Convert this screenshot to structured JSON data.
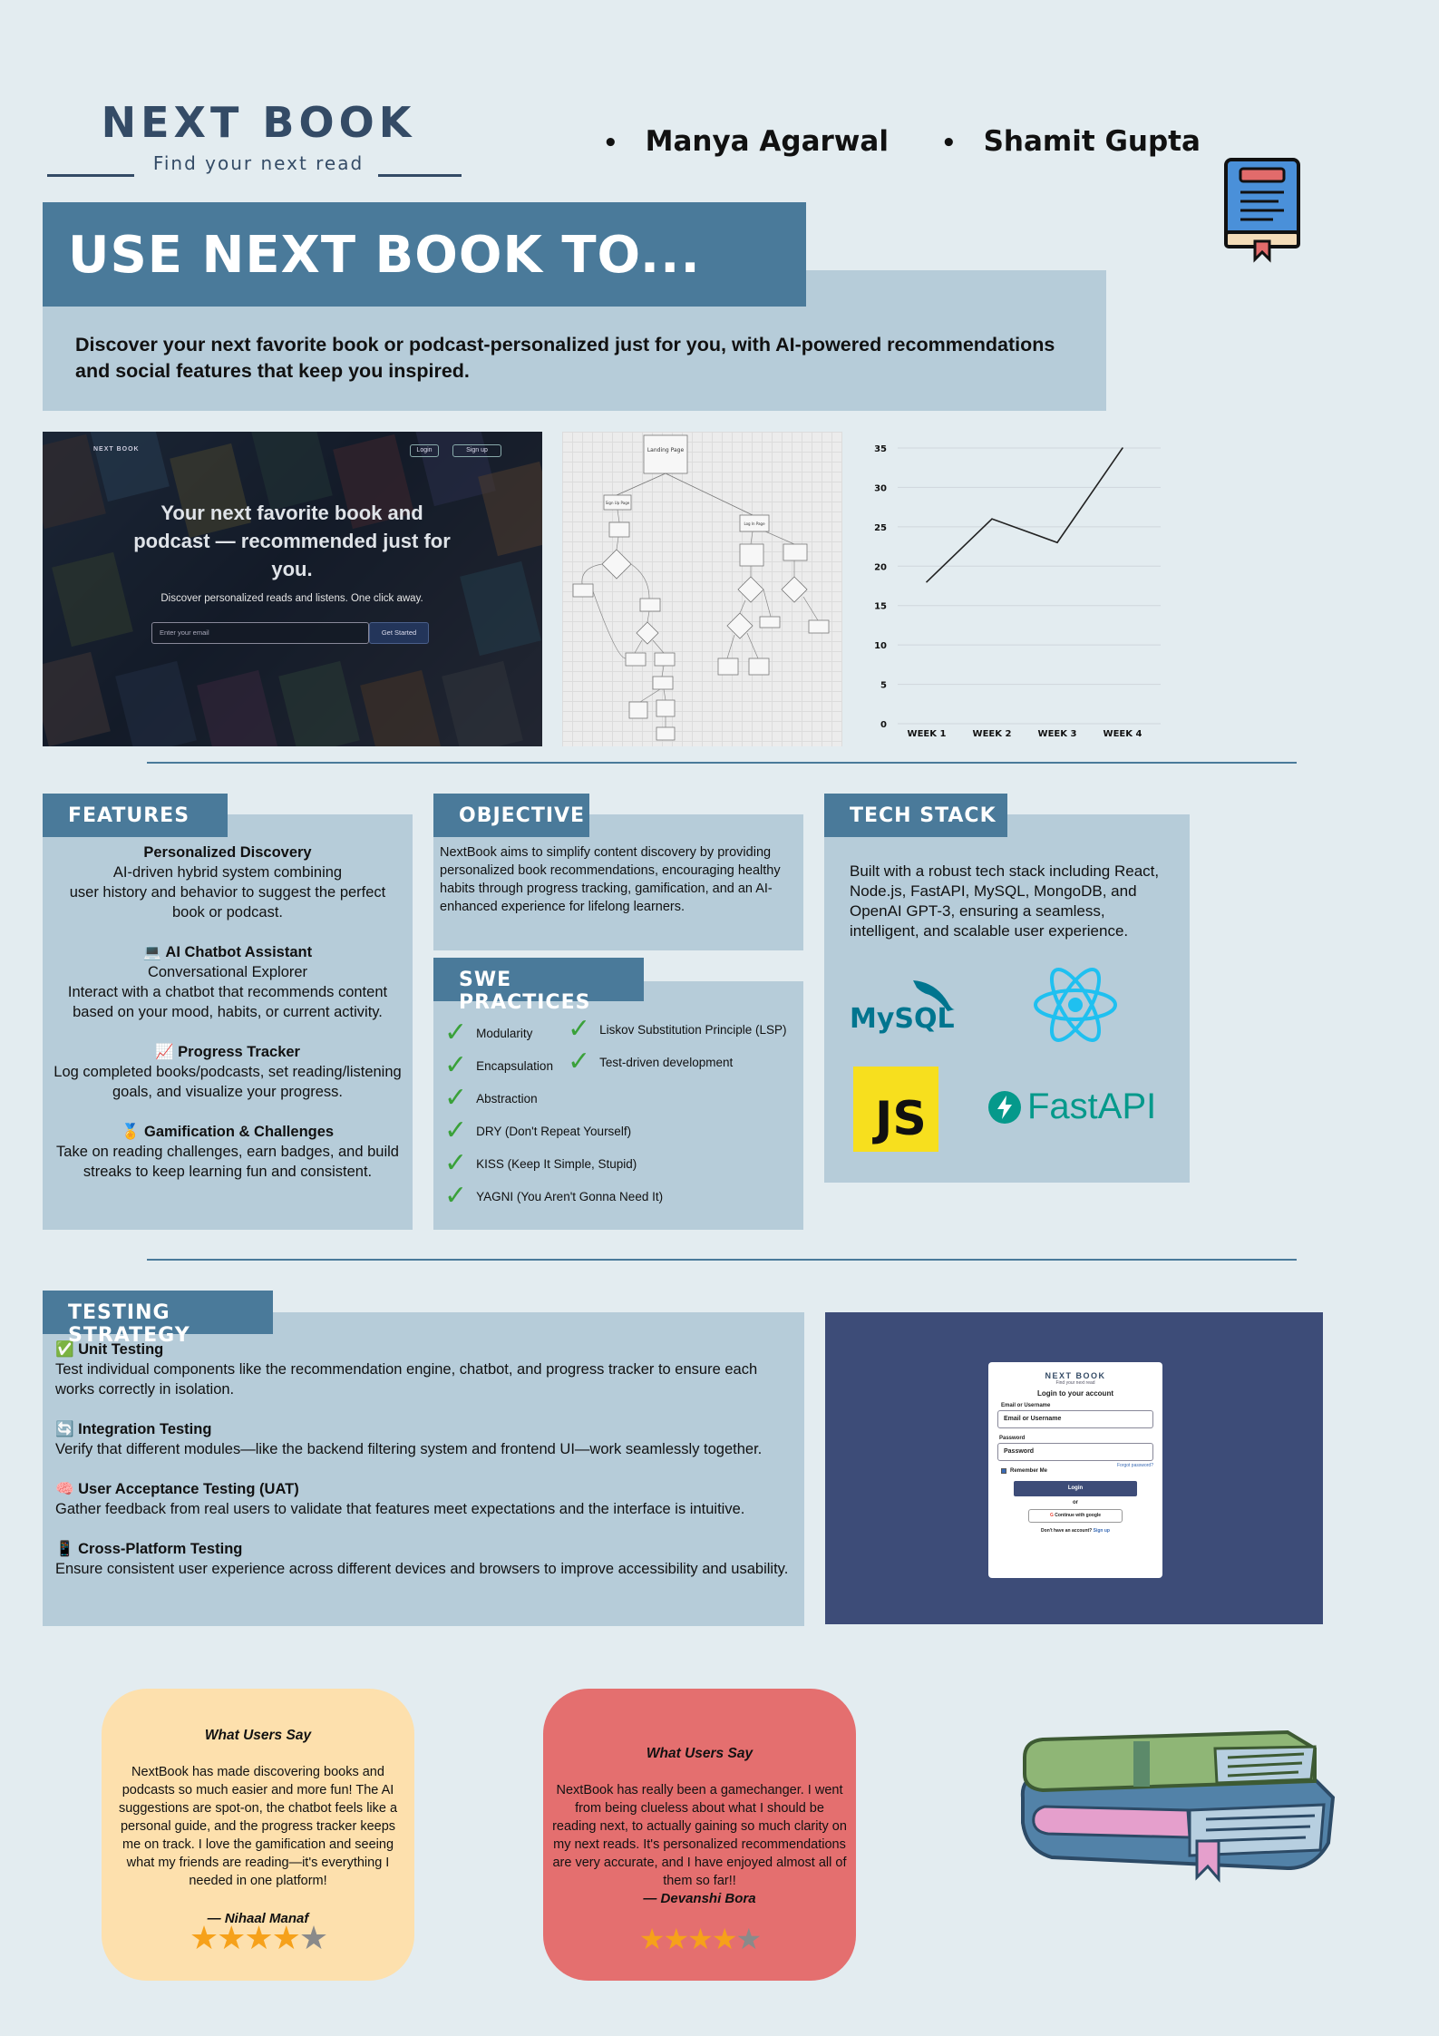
{
  "header": {
    "logo_title": "NEXT BOOK",
    "logo_tagline": "Find your next read",
    "authors": [
      "Manya Agarwal",
      "Shamit Gupta"
    ],
    "corner_icon": "book-icon"
  },
  "hero": {
    "heading": "USE NEXT BOOK TO...",
    "description": "Discover your next favorite book or podcast-personalized just for you, with AI-powered recommendations and social features that keep you inspired."
  },
  "screenshot": {
    "nav_logo": "NEXT BOOK",
    "login": "Login",
    "signup": "Sign up",
    "headline": "Your next favorite book and podcast — recommended just for you.",
    "subline": "Discover personalized reads and listens. One click away.",
    "email_placeholder": "Enter your email",
    "cta": "Get Started"
  },
  "flowchart": {
    "root": "Landing Page",
    "left": "Sign Up Page",
    "right": "Log In Page"
  },
  "chart_data": {
    "type": "line",
    "categories": [
      "WEEK 1",
      "WEEK 2",
      "WEEK 3",
      "WEEK 4"
    ],
    "values": [
      18,
      26,
      23,
      35
    ],
    "yticks": [
      0,
      5,
      10,
      15,
      20,
      25,
      30,
      35
    ],
    "ylim": [
      0,
      35
    ],
    "grid": true,
    "color": "#222222"
  },
  "features": {
    "tab": "FEATURES",
    "items": [
      {
        "title": "Personalized Discovery",
        "subtitle": "AI-driven hybrid system combining",
        "text": "user history and behavior to suggest the perfect book or podcast."
      },
      {
        "title": "💻 AI Chatbot Assistant",
        "subtitle": "Conversational Explorer",
        "text": "Interact with a chatbot that recommends content based on your mood, habits, or current activity."
      },
      {
        "title": "📈 Progress Tracker",
        "text": "Log completed books/podcasts, set reading/listening goals, and visualize your progress."
      },
      {
        "title": "🏅 Gamification & Challenges",
        "text": "Take on reading challenges, earn badges, and build streaks to keep learning fun and consistent."
      }
    ]
  },
  "objective": {
    "tab": "OBJECTIVE",
    "text": "NextBook aims to simplify content discovery by providing personalized book recommendations, encouraging healthy habits through progress tracking, gamification, and an AI-enhanced experience for lifelong learners."
  },
  "swe": {
    "tab": "SWE PRACTICES",
    "left": [
      "Modularity",
      "Encapsulation",
      "Abstraction",
      "DRY (Don't Repeat Yourself)",
      "KISS (Keep It Simple, Stupid)",
      "YAGNI (You Aren't Gonna Need It)"
    ],
    "right": [
      "Liskov Substitution Principle (LSP)",
      "Test-driven development"
    ]
  },
  "tech": {
    "tab": "TECH STACK",
    "text": "Built with a robust tech stack including React, Node.js, FastAPI, MySQL, MongoDB, and OpenAI GPT-3, ensuring a seamless, intelligent, and scalable user experience.",
    "logos": {
      "mysql": "MySQL",
      "js": "JS",
      "fastapi": "FastAPI"
    }
  },
  "testing": {
    "tab": "TESTING STRATEGY",
    "items": [
      {
        "title": "✅ Unit Testing",
        "text": " Test individual components like the recommendation engine, chatbot, and progress tracker to ensure each works correctly in isolation."
      },
      {
        "title": "🔄 Integration Testing",
        "text": " Verify that different modules—like the backend filtering system and frontend UI—work seamlessly together."
      },
      {
        "title": "🧠 User Acceptance Testing (UAT)",
        "text": " Gather feedback from real users to validate that features meet expectations and the interface is intuitive."
      },
      {
        "title": "📱 Cross-Platform Testing",
        "text": " Ensure consistent user experience across different devices and browsers to improve accessibility and usability."
      }
    ]
  },
  "login_card": {
    "logo": "NEXT BOOK",
    "tagline": "Find your next read",
    "heading": "Login to your account",
    "user_label": "Email or Username",
    "user_placeholder": "Email or Username",
    "pass_label": "Password",
    "pass_placeholder": "Password",
    "forgot": "Forgot password?",
    "remember": "Remember Me",
    "login": "Login",
    "or": "or",
    "google": "Continue with google",
    "signup_prompt": "Don't have an account?",
    "signup_link": "Sign up"
  },
  "testimonials": [
    {
      "heading": "What Users Say",
      "text": "NextBook has made discovering books and podcasts so much easier and more fun! The AI suggestions are spot-on, the chatbot feels like a personal guide, and the progress tracker keeps me on track. I love the gamification and seeing what my friends are reading—it's everything I needed in one platform!",
      "author": "— Nihaal Manaf",
      "rating": 4.5,
      "color": "#fde0ad"
    },
    {
      "heading": "What Users Say",
      "text": "NextBook has really been a gamechanger. I went from being clueless about what I should be reading next, to actually gaining so much clarity on my next reads. It's personalized recommendations are very accurate, and I have enjoyed almost all of them so far!!",
      "author": "— Devanshi Bora",
      "rating": 4.5,
      "color": "#e46f6f"
    }
  ]
}
